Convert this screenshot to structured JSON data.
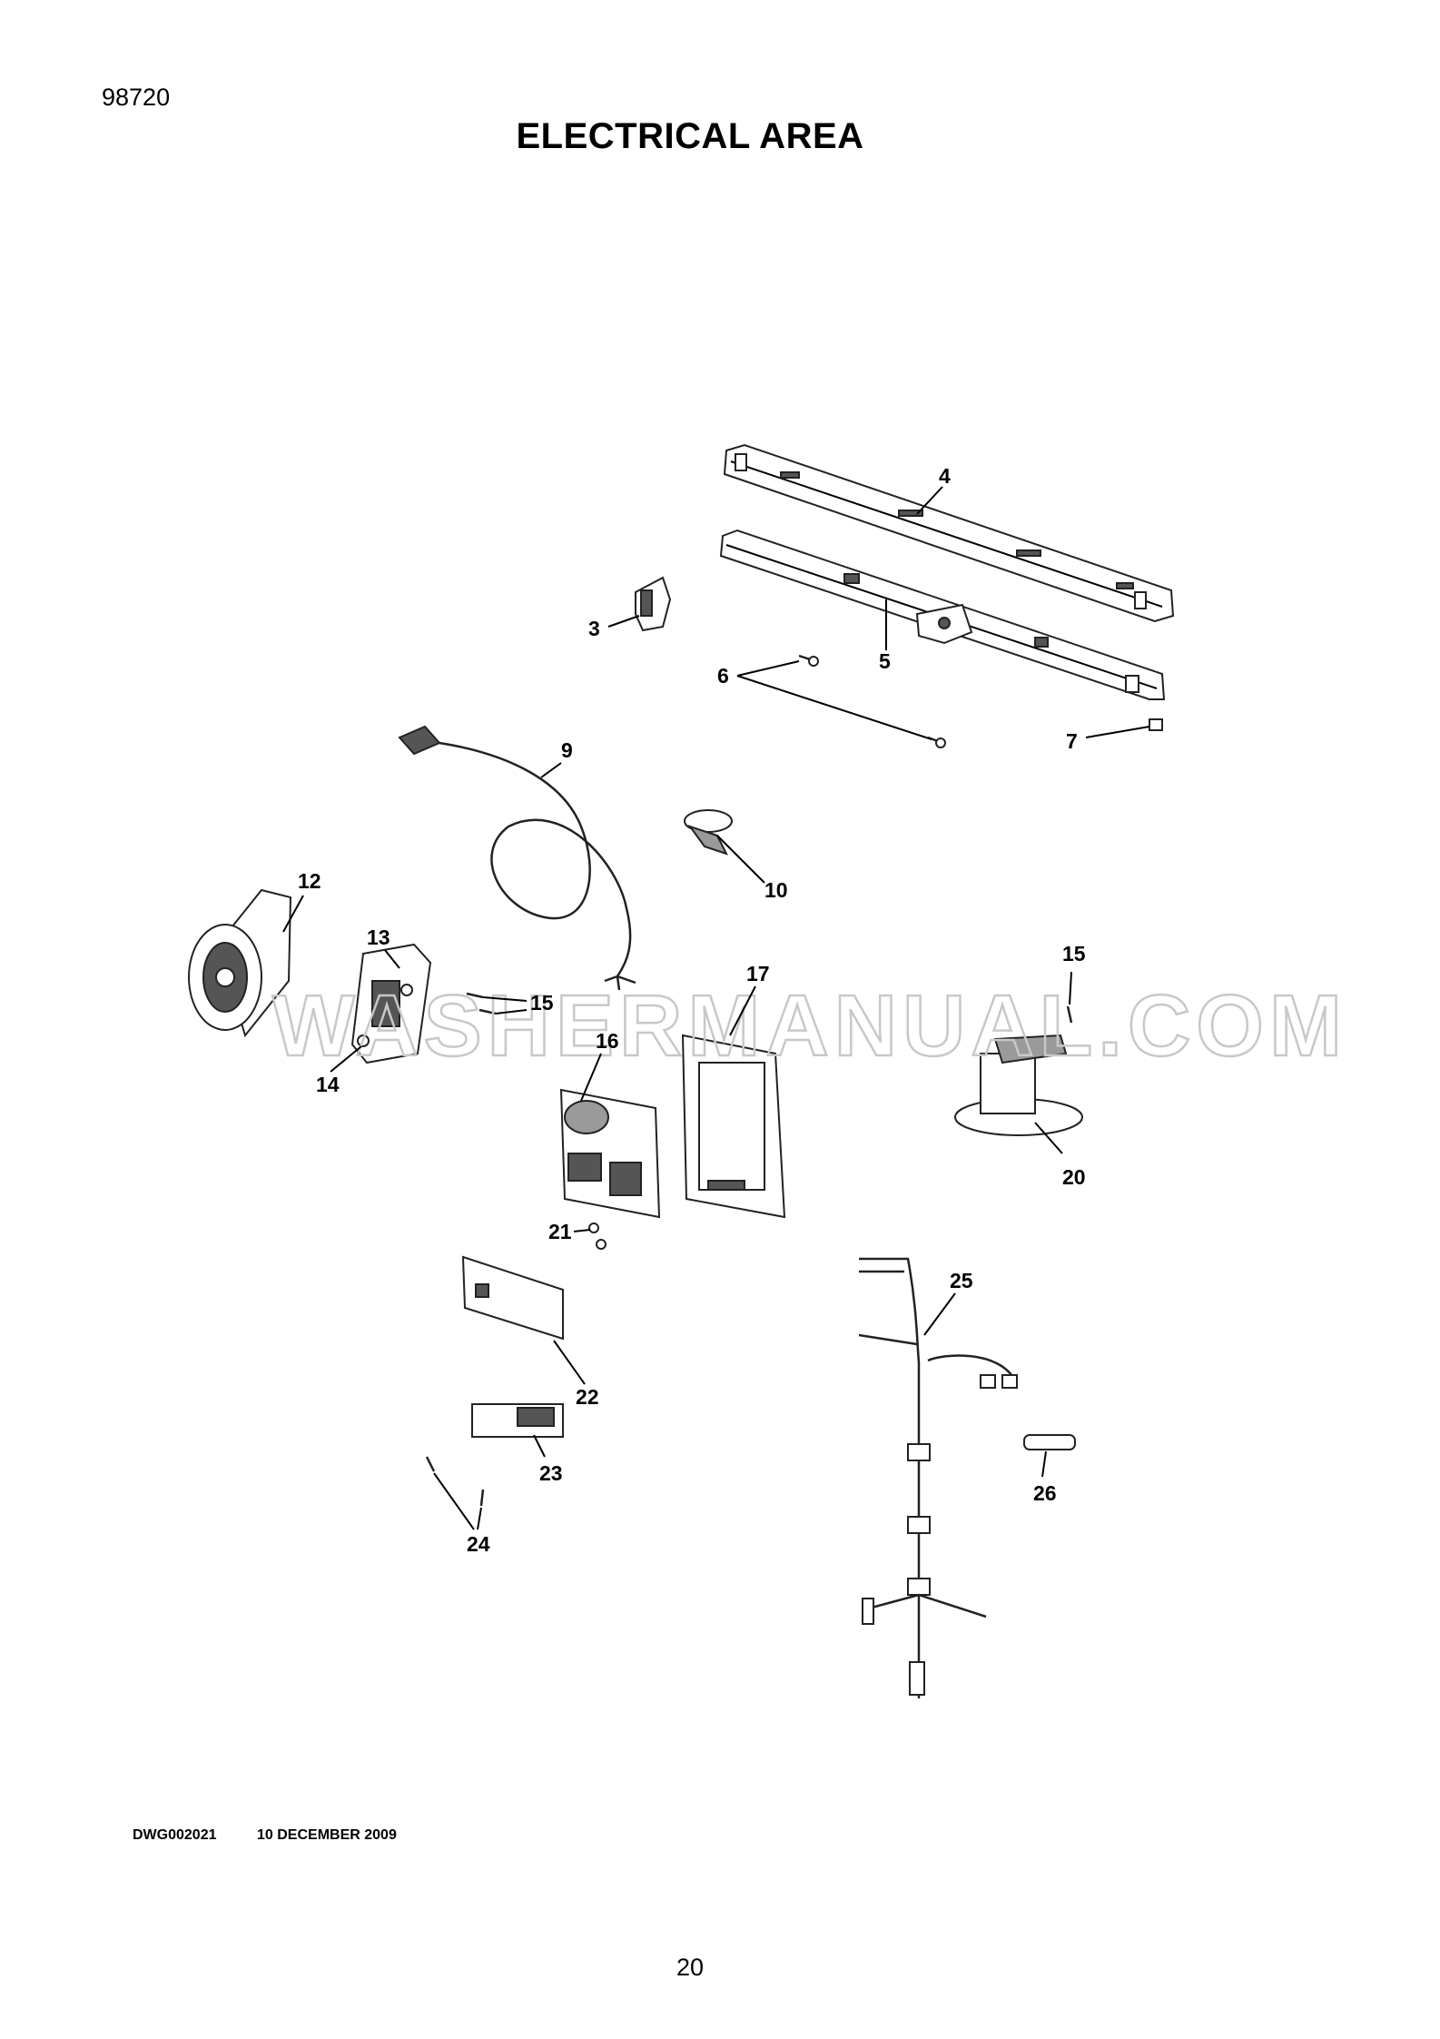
{
  "header": {
    "model_number": "98720",
    "title": "ELECTRICAL AREA"
  },
  "watermark": "WASHERMANUAL.COM",
  "callouts": {
    "c3": "3",
    "c4": "4",
    "c5": "5",
    "c6": "6",
    "c7": "7",
    "c9": "9",
    "c10": "10",
    "c12": "12",
    "c13": "13",
    "c14": "14",
    "c15a": "15",
    "c15b": "15",
    "c16": "16",
    "c17": "17",
    "c20": "20",
    "c21": "21",
    "c22": "22",
    "c23": "23",
    "c24": "24",
    "c25": "25",
    "c26": "26"
  },
  "footer": {
    "drawing_number": "DWG002021",
    "date": "10 DECEMBER 2009",
    "page_number": "20"
  }
}
